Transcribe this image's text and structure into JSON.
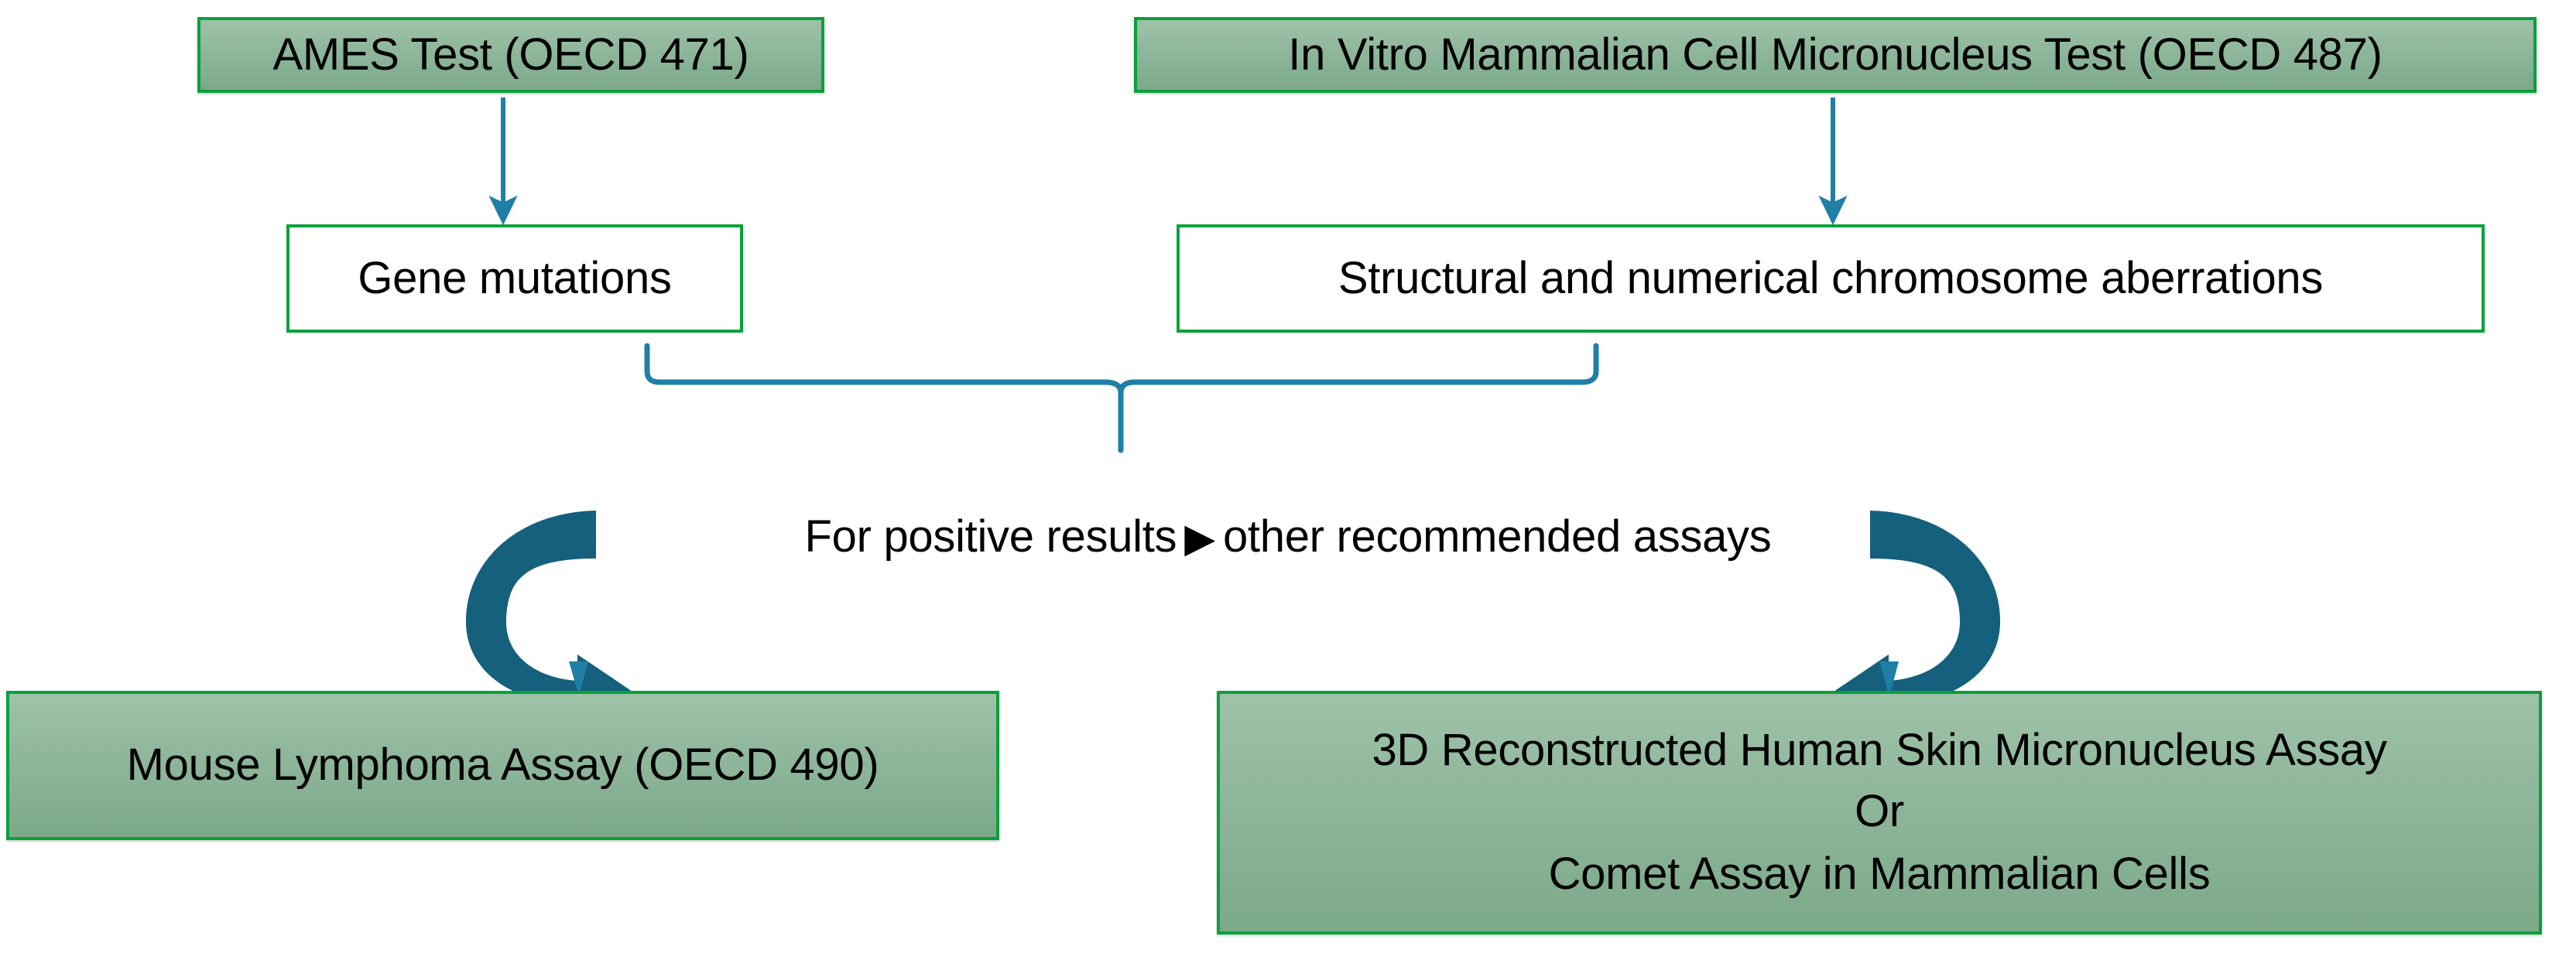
{
  "diagram": {
    "title": "Genotoxicity testing battery flow",
    "colors": {
      "box_border_green": "#0aa03c",
      "box_fill_green": "#8eb69b",
      "connector_blue": "#1f7fa6",
      "curved_arrow_blue": "#14607d",
      "text_black": "#000000",
      "background": "#ffffff"
    },
    "nodes": {
      "ames_test": "AMES Test (OECD 471)",
      "micronucleus_test": "In Vitro Mammalian Cell Micronucleus Test (OECD 487)",
      "gene_mutations": "Gene mutations",
      "chromosome_aberrations": "Structural and numerical chromosome aberrations",
      "mouse_lymphoma": "Mouse Lymphoma Assay (OECD 490)",
      "reconstructed_skin": {
        "line1": "3D Reconstructed Human Skin Micronucleus Assay",
        "line2": "Or",
        "line3": "Comet Assay in Mammalian Cells"
      }
    },
    "caption": {
      "before_marker": "For positive results",
      "marker": "▶",
      "after_marker": "other recommended assays"
    },
    "connectors": [
      {
        "name": "ames-to-gene-mutations",
        "type": "straight-arrow-down"
      },
      {
        "name": "micronucleus-to-aberrations",
        "type": "straight-arrow-down"
      },
      {
        "name": "merge-bracket",
        "type": "curly-bracket-down"
      },
      {
        "name": "left-curved-arrow-to-mouse-lymphoma",
        "type": "curved-arrow"
      },
      {
        "name": "right-curved-arrow-to-reconstructed-skin",
        "type": "curved-arrow"
      }
    ]
  }
}
